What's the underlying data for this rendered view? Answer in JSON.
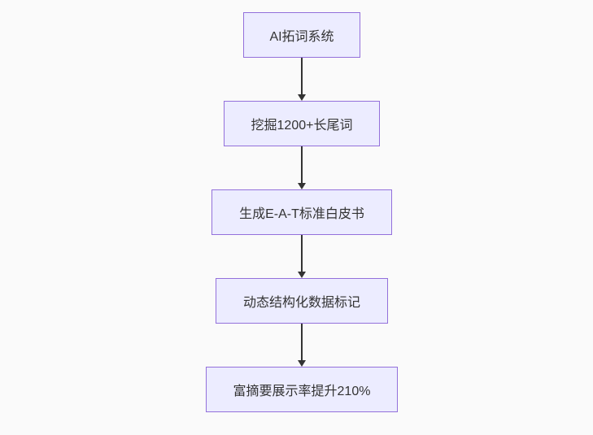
{
  "flowchart": {
    "direction": "top-down",
    "nodes": [
      {
        "label": "AI拓词系统"
      },
      {
        "label": "挖掘1200+长尾词"
      },
      {
        "label": "生成E-A-T标准白皮书"
      },
      {
        "label": "动态结构化数据标记"
      },
      {
        "label": "富摘要展示率提升210%"
      }
    ],
    "edges": [
      {
        "from": 0,
        "to": 1
      },
      {
        "from": 1,
        "to": 2
      },
      {
        "from": 2,
        "to": 3
      },
      {
        "from": 3,
        "to": 4
      }
    ],
    "colors": {
      "node_fill": "#ECECFF",
      "node_border": "#9370DB",
      "text": "#333333",
      "arrow": "#333333",
      "background": "#FAFAFA"
    }
  }
}
